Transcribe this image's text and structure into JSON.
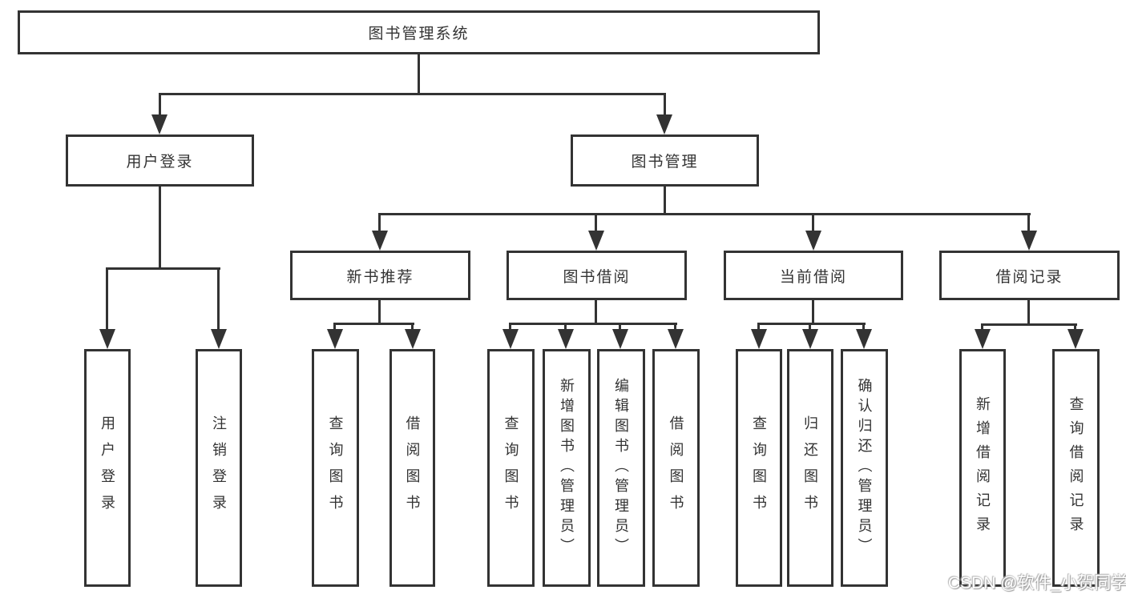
{
  "diagram": {
    "root": {
      "label": "图书管理系统"
    },
    "level2": [
      {
        "label": "用户登录"
      },
      {
        "label": "图书管理"
      }
    ],
    "level3": [
      {
        "label": "新书推荐"
      },
      {
        "label": "图书借阅"
      },
      {
        "label": "当前借阅"
      },
      {
        "label": "借阅记录"
      }
    ],
    "leaves": [
      {
        "label": "用户登录"
      },
      {
        "label": "注销登录"
      },
      {
        "label": "查询图书"
      },
      {
        "label": "借阅图书"
      },
      {
        "label": "查询图书"
      },
      {
        "label": "新增图书（管理员）"
      },
      {
        "label": "编辑图书（管理员）"
      },
      {
        "label": "借阅图书"
      },
      {
        "label": "查询图书"
      },
      {
        "label": "归还图书"
      },
      {
        "label": "确认归还（管理员）"
      },
      {
        "label": "新增借阅记录"
      },
      {
        "label": "查询借阅记录"
      }
    ]
  },
  "watermark": {
    "text": "CSDN @软件_小贺同学"
  },
  "colors": {
    "line": "#333333",
    "text": "#333333",
    "background": "#ffffff"
  }
}
